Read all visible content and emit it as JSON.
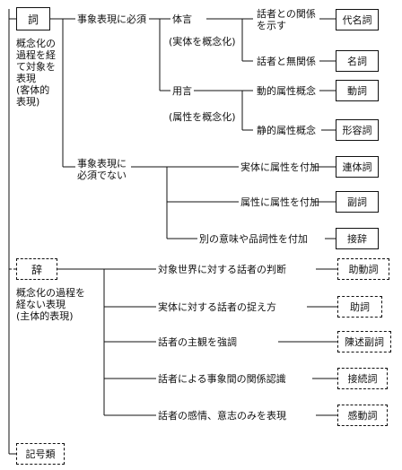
{
  "shi": {
    "title": "詞",
    "desc": "概念化の\n過程を経\nて対象を\n表現\n(客体的\n表現)",
    "required": "事象表現に必須",
    "taigen": "体言",
    "taigen_note": "(実体を概念化)",
    "rel_label": "話者との関係\nを示す",
    "norel_label": "話者と無関係",
    "daimeishi": "代名詞",
    "meishi": "名詞",
    "yougen": "用言",
    "yougen_note": "(属性を概念化)",
    "dynamic_label": "動的属性概念",
    "doushi": "動詞",
    "static_label": "静的属性概念",
    "keiyoushi": "形容詞",
    "not_required": "事象表現に\n必須でない",
    "rentai_label": "実体に属性を付加",
    "rentaishi": "連体詞",
    "fukushi_label": "属性に属性を付加",
    "fukushi": "副詞",
    "setsuji_label": "別の意味や品詞性を付加",
    "setsuji": "接辞"
  },
  "ji": {
    "title": "辞",
    "desc": "概念化の過程を\n経ない表現\n(主体的表現)",
    "jodoushi_label": "対象世界に対する話者の判断",
    "jodoushi": "助動詞",
    "joshi_label": "実体に対する話者の捉え方",
    "joshi": "助詞",
    "kakari_label": "話者の主観を強調",
    "kakari": "陳述副詞",
    "setsuzoku_label": "話者による事象間の関係認識",
    "setsuzoku": "接続詞",
    "kandou_label": "話者の感情、意志のみを表現",
    "kandou": "感動詞"
  },
  "kigo": {
    "title": "記号類"
  }
}
